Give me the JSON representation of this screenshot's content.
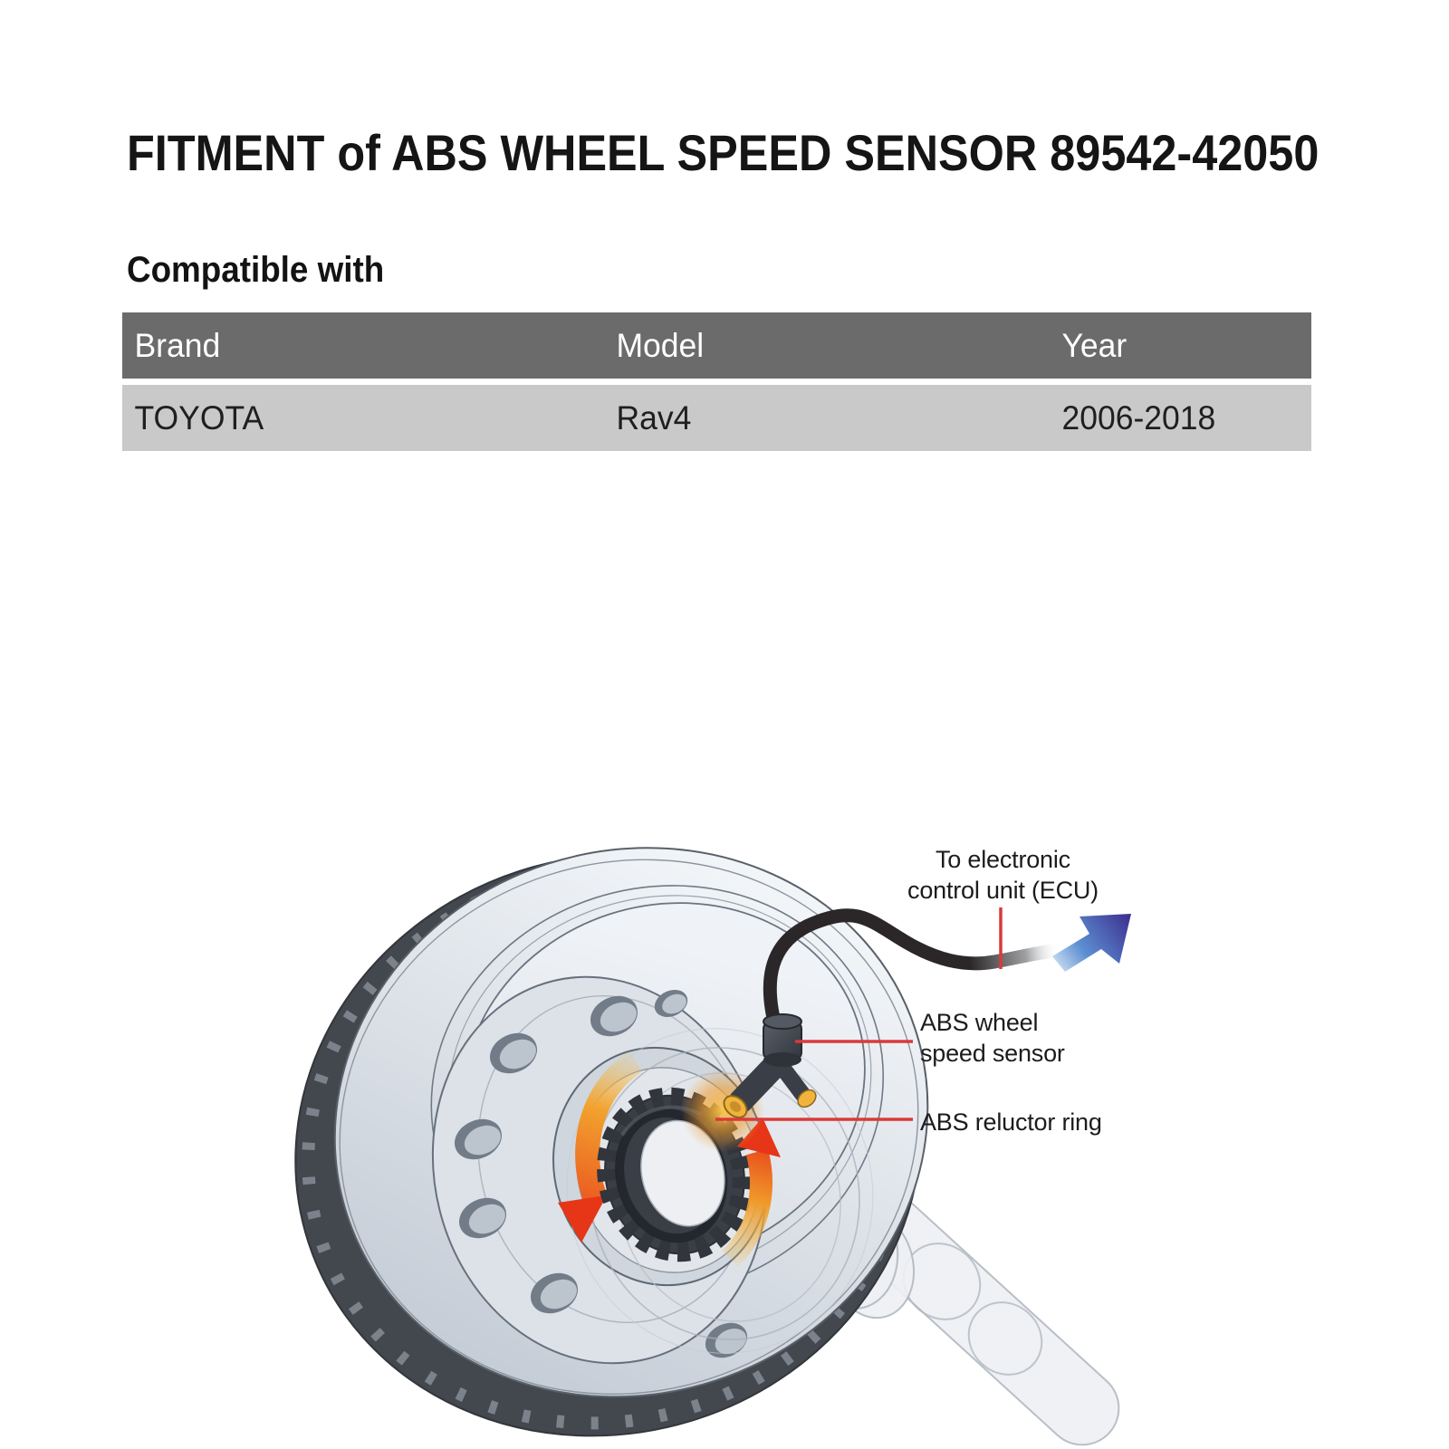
{
  "title": "FITMENT of ABS WHEEL SPEED SENSOR 89542-42050",
  "compatibility": {
    "heading": "Compatible with",
    "columns": [
      "Brand",
      "Model",
      "Year"
    ],
    "rows": [
      {
        "brand": "TOYOTA",
        "model": "Rav4",
        "year": "2006-2018"
      }
    ]
  },
  "diagram": {
    "labels": {
      "ecu_lines": [
        "To electronic",
        "control unit (ECU)"
      ],
      "sensor_lines": [
        "ABS wheel",
        "speed sensor"
      ],
      "reluctor": "ABS reluctor ring"
    },
    "icons": [
      "brake-rotor",
      "wheel-hub",
      "abs-reluctor-ring",
      "abs-wheel-speed-sensor",
      "sensor-cable",
      "ecu-direction-arrow",
      "rotation-arrows",
      "cv-axle-ghost"
    ],
    "colors": {
      "leader_red": "#d93a3a",
      "arrow_blue_light": "#aacbec",
      "arrow_blue_dark": "#3b2e8e",
      "rotation_yellow": "#f6c34b",
      "rotation_red": "#e63517",
      "sensor_yellow": "#f2b33d",
      "table_header_gray": "#6b6b6b",
      "table_row_gray": "#c9c9c9",
      "rotor_gray": "#c9d1da",
      "ring_dark": "#3a3e46"
    }
  }
}
